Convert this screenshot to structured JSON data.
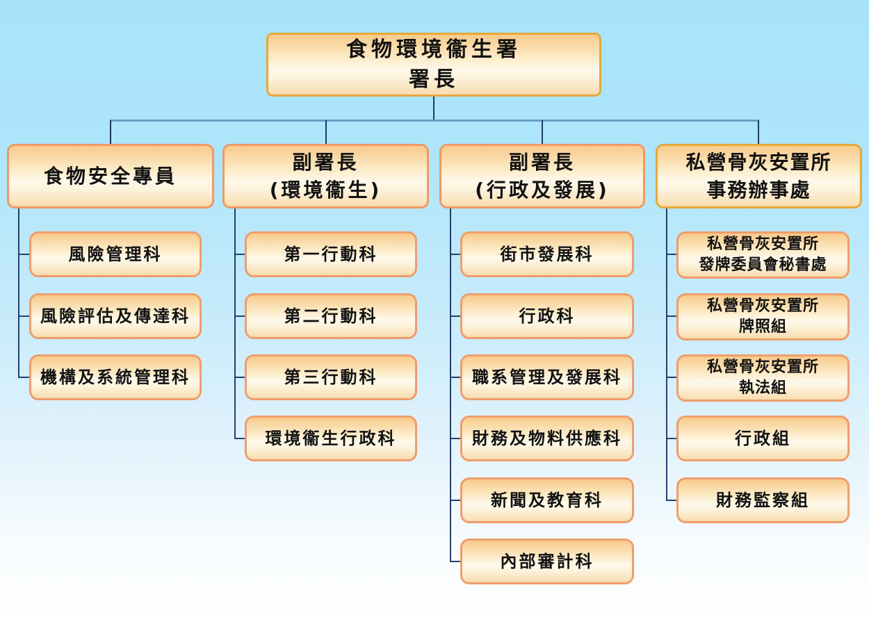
{
  "org": {
    "root": {
      "lines": [
        "食物環境衞生署",
        "署長"
      ]
    },
    "branches": [
      {
        "title": {
          "lines": [
            "食物安全專員"
          ]
        },
        "units": [
          {
            "lines": [
              "風險管理科"
            ]
          },
          {
            "lines": [
              "風險評估及傳達科"
            ]
          },
          {
            "lines": [
              "機構及系統管理科"
            ]
          }
        ]
      },
      {
        "title": {
          "lines": [
            "副署長",
            "(環境衞生)"
          ]
        },
        "units": [
          {
            "lines": [
              "第一行動科"
            ]
          },
          {
            "lines": [
              "第二行動科"
            ]
          },
          {
            "lines": [
              "第三行動科"
            ]
          },
          {
            "lines": [
              "環境衞生行政科"
            ]
          }
        ]
      },
      {
        "title": {
          "lines": [
            "副署長",
            "(行政及發展)"
          ]
        },
        "units": [
          {
            "lines": [
              "街市發展科"
            ]
          },
          {
            "lines": [
              "行政科"
            ]
          },
          {
            "lines": [
              "職系管理及發展科"
            ]
          },
          {
            "lines": [
              "財務及物料供應科"
            ]
          },
          {
            "lines": [
              "新聞及教育科"
            ]
          },
          {
            "lines": [
              "內部審計科"
            ]
          }
        ]
      },
      {
        "title": {
          "lines": [
            "私營骨灰安置所",
            "事務辦事處"
          ]
        },
        "units": [
          {
            "lines": [
              "私營骨灰安置所",
              "發牌委員會秘書處"
            ]
          },
          {
            "lines": [
              "私營骨灰安置所",
              "牌照組"
            ]
          },
          {
            "lines": [
              "私營骨灰安置所",
              "執法組"
            ]
          },
          {
            "lines": [
              "行政組"
            ]
          },
          {
            "lines": [
              "財務監察組"
            ]
          }
        ]
      }
    ],
    "colors": {
      "background_top": "#a7e3fb",
      "background_bottom": "#ffffff",
      "box_fill_top": "#f7ca8b",
      "box_fill_center": "#fef8ea",
      "box_border_orange": "#ee9a64",
      "box_border_gold": "#e5a93a",
      "connector_navy": "#1c3a66",
      "connector_steel": "#6e9dc4",
      "text": "#121212"
    }
  }
}
